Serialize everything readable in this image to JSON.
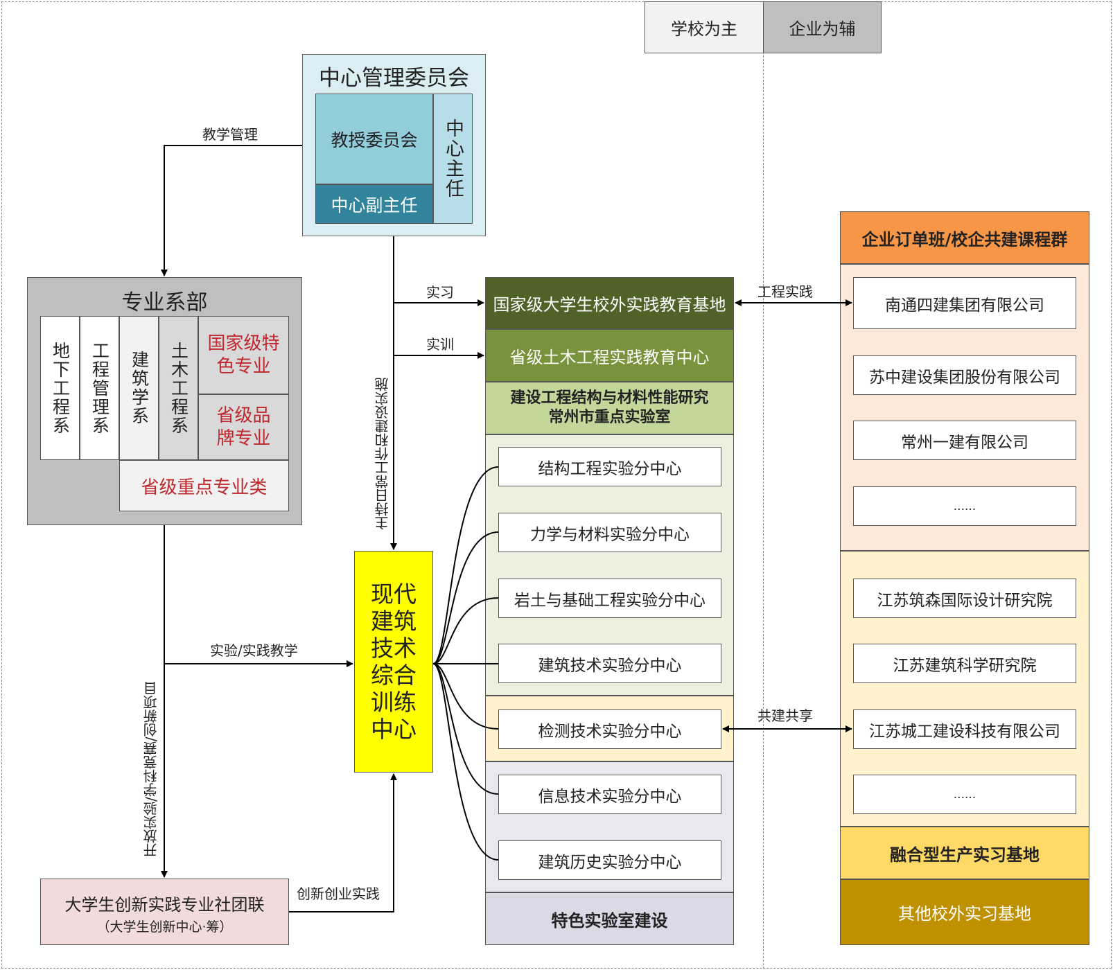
{
  "legend": {
    "school": "学校为主",
    "enterprise": "企业为辅"
  },
  "committee": {
    "title": "中心管理委员会",
    "professors": "教授委员会",
    "vice_director": "中心副主任",
    "director": "中心主任"
  },
  "departments": {
    "title": "专业系部",
    "items": [
      "地下工程系",
      "工程管理系",
      "建筑学系",
      "土木工程系"
    ],
    "national_feature": "国家级特色专业",
    "provincial_brand": "省级品牌专业",
    "provincial_key": "省级重点专业类"
  },
  "center": {
    "title": "现代建筑技术综合训练中心"
  },
  "club": {
    "title": "大学生创新实践专业社团联",
    "subtitle": "（大学生创新中心·筹）"
  },
  "edges": {
    "teaching_mgmt": "教学管理",
    "internship": "实习",
    "training": "实训",
    "daily_work": "主持日常工作和建设实施",
    "experiment_teaching": "实验/实践教学",
    "open_projects": "开放实验/学科竞赛/创新项目",
    "innovation_practice": "创新创业实践",
    "engineering_practice": "工程实践",
    "co_build": "共建共享"
  },
  "bases": {
    "national": "国家级大学生校外实践教育基地",
    "provincial": "省级土木工程实践教育中心",
    "key_lab": "建设工程结构与材料性能研究\n常州市重点实验室",
    "labs": [
      "结构工程实验分中心",
      "力学与材料实验分中心",
      "岩土与基础工程实验分中心",
      "建筑技术实验分中心",
      "检测技术实验分中心",
      "信息技术实验分中心",
      "建筑历史实验分中心"
    ],
    "feature_lab": "特色实验室建设"
  },
  "enterprises": {
    "order_class": "企业订单班/校企共建课程群",
    "group1": [
      "南通四建集团有限公司",
      "苏中建设集团股份有限公司",
      "常州一建有限公司",
      "......"
    ],
    "group2": [
      "江苏筑森国际设计研究院",
      "江苏建筑科学研究院",
      "江苏城工建设科技有限公司",
      "......"
    ],
    "production_base": "融合型生产实习基地",
    "other_base": "其他校外实习基地"
  },
  "colors": {
    "committee_bg": "#daeef3",
    "professors": "#92cddc",
    "vice_director": "#31849b",
    "director": "#b7dee8",
    "dept_bg": "#bfbfbf",
    "dept_cell_light": "#f2f2f2",
    "dept_cell_mid": "#d9d9d9",
    "center": "#ffff00",
    "club": "#f2dcdb",
    "national": "#4f6228",
    "provincial": "#77933c",
    "key_lab": "#c4d79b",
    "labs_bg": "#ebf1de",
    "detect_bg": "#fff2cc",
    "info_bg": "#e9e8f0",
    "feature_lab": "#dcd8e6",
    "order_class": "#f79646",
    "group1_bg": "#fde9d9",
    "group2_bg": "#fff2cc",
    "production_base": "#ffd966",
    "other_base": "#bf9000"
  }
}
